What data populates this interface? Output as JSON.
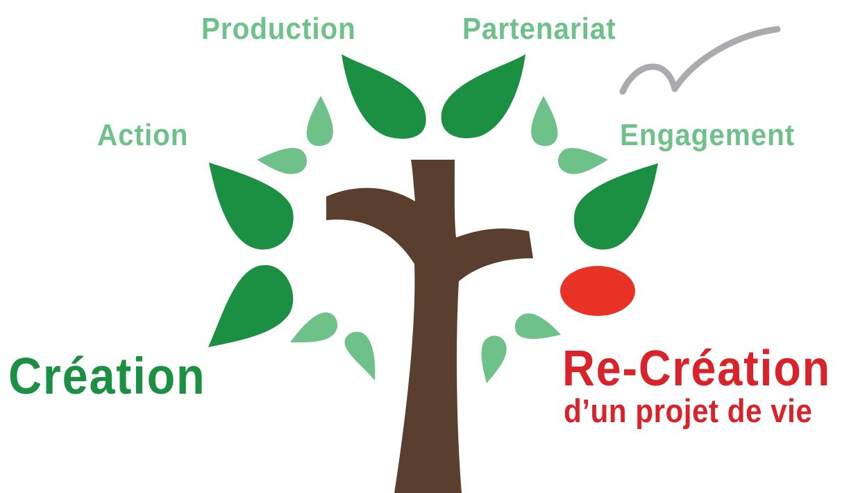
{
  "labels": {
    "production": "Production",
    "partenariat": "Partenariat",
    "action": "Action",
    "engagement": "Engagement",
    "creation": "Création",
    "recreation": "Re-Création",
    "recreation_subtitle": "d’un projet de vie"
  },
  "colors": {
    "light_green": "#6fc18a",
    "dark_green": "#1b8f42",
    "trunk_brown": "#5b3f2e",
    "red": "#d8232a",
    "apple_red": "#e83226",
    "bird_grey": "#a9abae"
  },
  "icons": [
    "tree-icon",
    "leaf-icon",
    "apple-icon",
    "bird-icon"
  ]
}
